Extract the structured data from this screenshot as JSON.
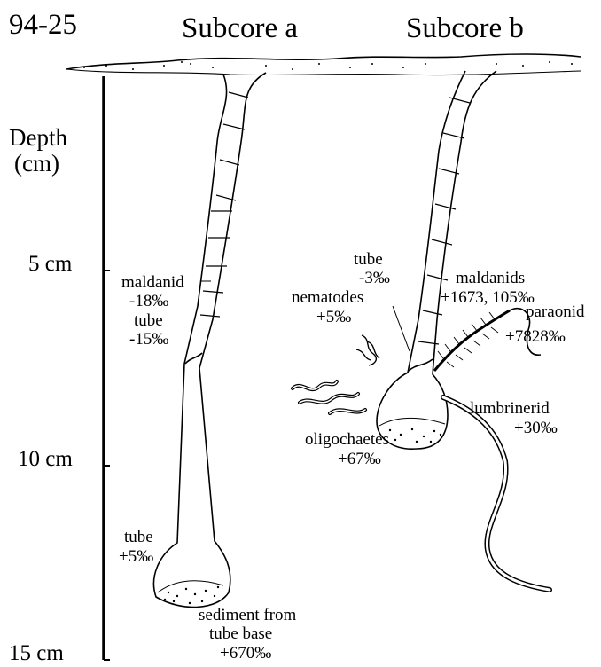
{
  "header": {
    "core_id": "94-25",
    "subcore_a": "Subcore a",
    "subcore_b": "Subcore b"
  },
  "axis": {
    "title_line1": "Depth",
    "title_line2": "(cm)",
    "ticks": [
      "5 cm",
      "10 cm",
      "15 cm"
    ]
  },
  "subcore_a": {
    "maldanid_name": "maldanid",
    "maldanid_value": "-18‰",
    "tube_upper_name": "tube",
    "tube_upper_value": "-15‰",
    "tube_lower_name": "tube",
    "tube_lower_value": "+5‰",
    "sediment_line1": "sediment from",
    "sediment_line2": "tube base",
    "sediment_value": "+670‰"
  },
  "subcore_b": {
    "tube_name": "tube",
    "tube_value": "-3‰",
    "maldanids_name": "maldanids",
    "maldanids_value": "+1673, 105‰",
    "nematodes_name": "nematodes",
    "nematodes_value": "+5‰",
    "paraonid_name": "paraonid",
    "paraonid_value": "+7828‰",
    "lumbrinerid_name": "lumbrinerid",
    "lumbrinerid_value": "+30‰",
    "oligochaetes_name": "oligochaetes",
    "oligochaetes_value": "+67‰"
  }
}
